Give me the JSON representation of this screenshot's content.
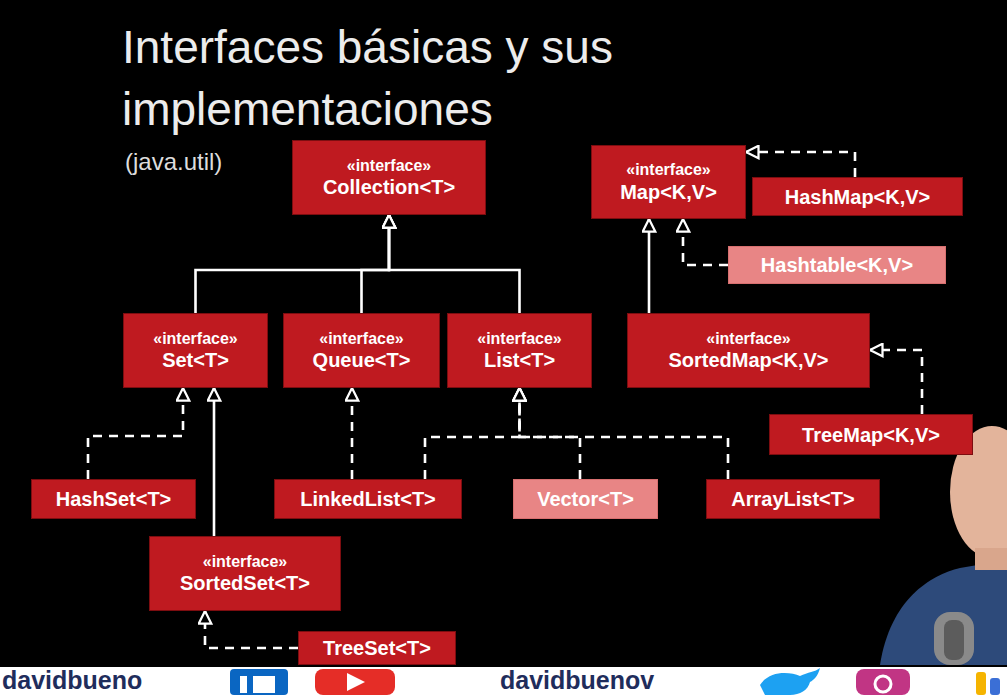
{
  "diagram": {
    "title": "Interfaces básicas y sus implementaciones",
    "nodes": [
      {
        "text": [
          "«interface»",
          "Collection<T>"
        ]
      },
      {
        "text": [
          "«interface»",
          "Map<K,V>"
        ]
      },
      {
        "text": [
          "HashMap<K,V>"
        ]
      },
      {
        "text": [
          "Hashtable<K,V>"
        ]
      },
      {
        "text": [
          "«interface»",
          "Set<T>"
        ]
      },
      {
        "text": [
          "«interface»",
          "Queue<T>"
        ]
      },
      {
        "text": [
          "«interface»",
          "List<T>"
        ]
      },
      {
        "text": [
          "«interface»",
          "SortedMap<K,V>"
        ]
      },
      {
        "text": [
          "TreeMap<K,V>"
        ]
      },
      {
        "text": [
          "HashSet<T>"
        ]
      },
      {
        "text": [
          "LinkedList<T>"
        ]
      },
      {
        "text": [
          "Vector<T>"
        ]
      },
      {
        "text": [
          "ArrayList<T>"
        ]
      },
      {
        "text": [
          "«interface»",
          "SortedSet<T>"
        ]
      },
      {
        "text": [
          "TreeSet<T>"
        ]
      }
    ],
    "edges": [
      {
        "from": 4,
        "to": 0,
        "arrow": "to"
      },
      {
        "from": 5,
        "to": 0,
        "arrow": "to"
      },
      {
        "from": 6,
        "to": 0,
        "arrow": "to"
      },
      {
        "from": 2,
        "to": 1,
        "arrow": "to"
      },
      {
        "from": 3,
        "to": 1,
        "arrow": "to"
      },
      {
        "from": 7,
        "to": 1,
        "arrow": "to"
      },
      {
        "from": 8,
        "to": 7,
        "arrow": "to"
      },
      {
        "from": 9,
        "to": 4,
        "arrow": "to"
      },
      {
        "from": 13,
        "to": 4,
        "arrow": "to"
      },
      {
        "from": 10,
        "to": 5,
        "arrow": "to"
      },
      {
        "from": 10,
        "to": 6,
        "arrow": "to"
      },
      {
        "from": 11,
        "to": 6,
        "arrow": "to"
      },
      {
        "from": 12,
        "to": 6,
        "arrow": "to"
      },
      {
        "from": 14,
        "to": 13,
        "arrow": "to"
      }
    ],
    "labels": [
      "(java.util)",
      "davidbueno",
      "davidbuenov"
    ]
  }
}
